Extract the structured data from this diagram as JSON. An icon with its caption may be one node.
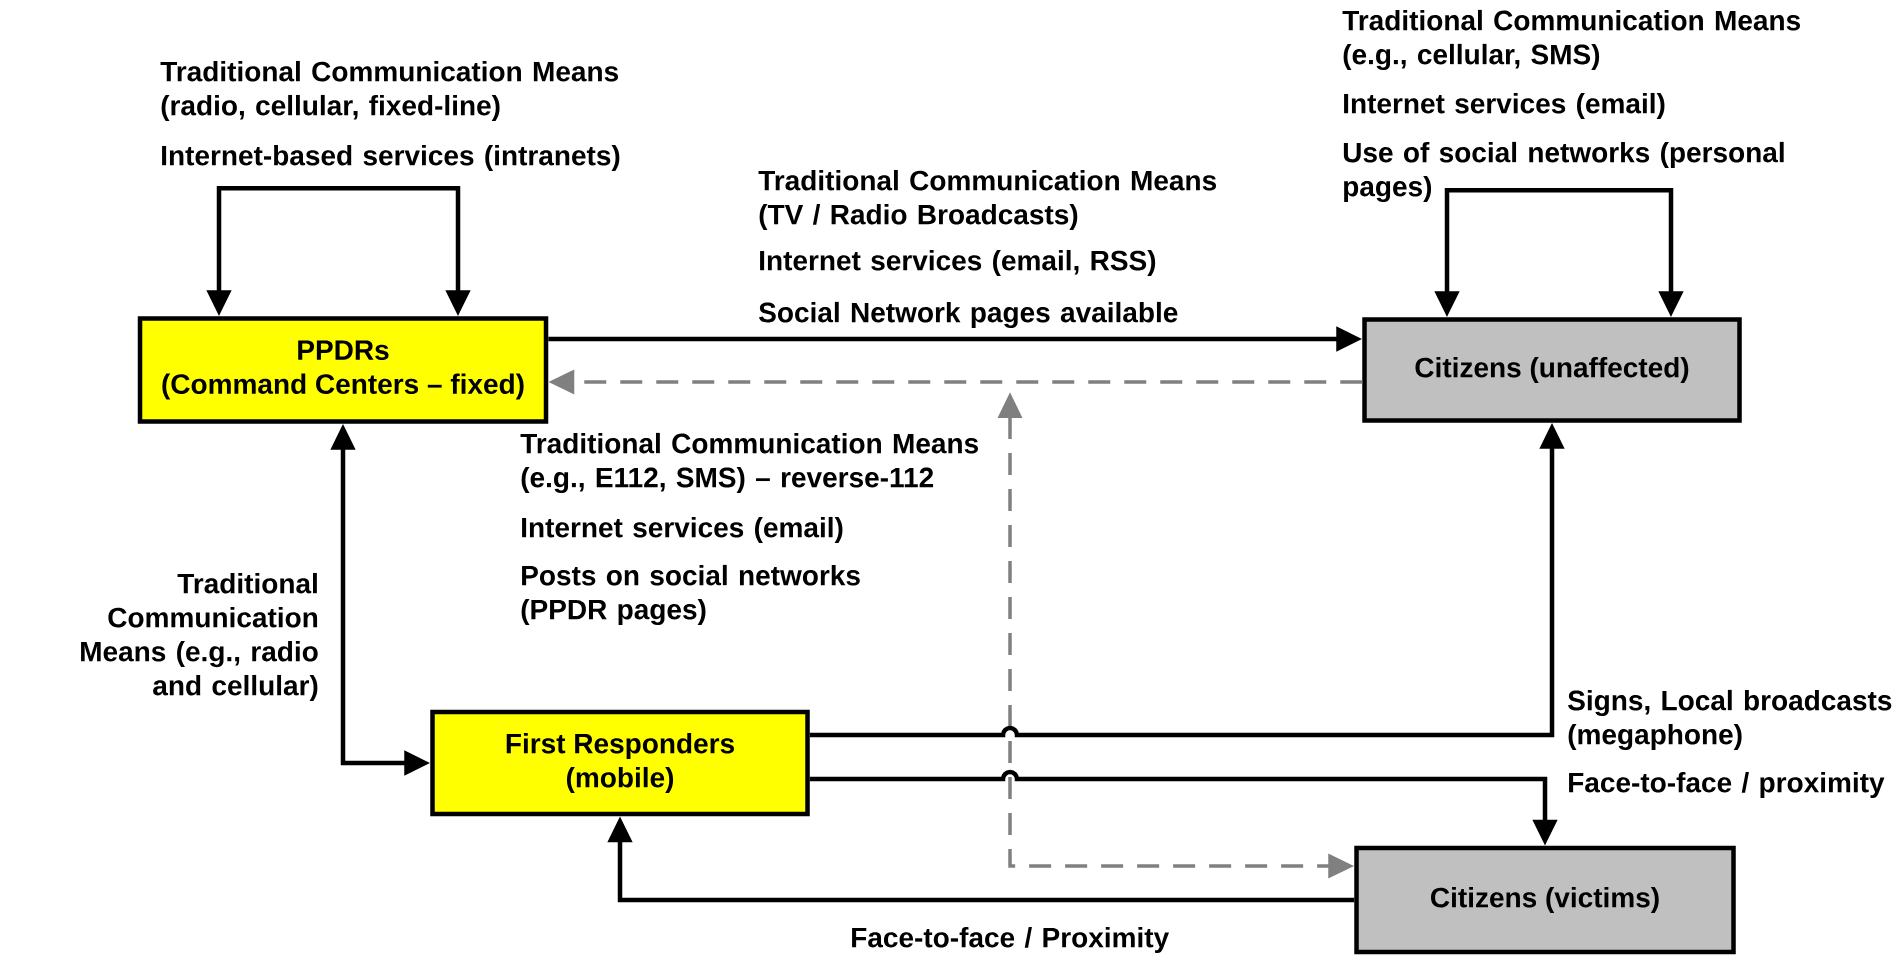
{
  "diagram": {
    "nodes": [
      {
        "text": [
          "PPDRs",
          "(Command Centers – fixed)"
        ]
      },
      {
        "text": [
          "Citizens (unaffected)"
        ]
      },
      {
        "text": [
          "First Responders",
          "(mobile)"
        ]
      },
      {
        "text": [
          "Citizens (victims)"
        ]
      }
    ],
    "edges": [
      {
        "from": 0,
        "to": 0,
        "arrow": "both"
      },
      {
        "from": 1,
        "to": 1,
        "arrow": "both"
      },
      {
        "from": 0,
        "to": 1,
        "arrow": "to"
      },
      {
        "from": 1,
        "to": 0,
        "arrow": "to",
        "style": "dashed",
        "color": "#808080"
      },
      {
        "from": null,
        "to": 3,
        "arrow": "both",
        "style": "dashed",
        "color": "#808080"
      },
      {
        "from": 0,
        "to": 2,
        "arrow": "both",
        "label": "Traditional Communication Means (e.g., radio and cellular)"
      },
      {
        "from": 2,
        "to": 1,
        "arrow": "to",
        "label": "Signs, Local broadcasts (megaphone)"
      },
      {
        "from": 2,
        "to": 3,
        "arrow": "to",
        "label": "Face-to-face / proximity"
      },
      {
        "from": 3,
        "to": 2,
        "arrow": "to",
        "label": "Face-to-face / Proximity"
      }
    ],
    "labels": [
      "Traditional Communication Means (radio, cellular, fixed-line)",
      "Internet-based services (intranets)",
      "Traditional Communication Means (TV / Radio Broadcasts)",
      "Internet services (email, RSS)",
      "Social Network pages available",
      "Traditional Communication Means (e.g., cellular, SMS)",
      "Internet services (email)",
      "Use of social networks (personal pages)",
      "Traditional Communication Means (e.g., E112, SMS) – reverse-112",
      "Internet services (email)",
      "Posts on social networks (PPDR pages)"
    ]
  }
}
